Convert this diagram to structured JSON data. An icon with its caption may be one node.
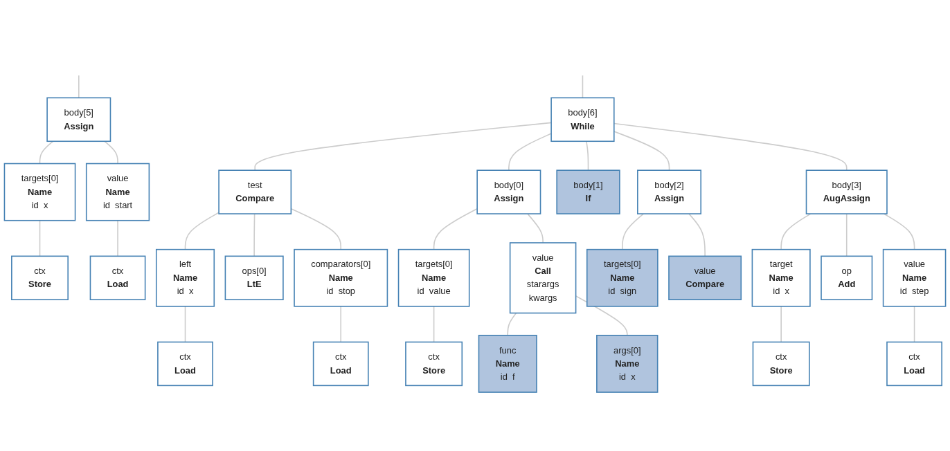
{
  "diagram": {
    "nodes": [
      {
        "text": [
          "body[5]",
          "Assign"
        ]
      },
      {
        "text": [
          "targets[0]",
          "Name",
          "id",
          "x"
        ]
      },
      {
        "text": [
          "value",
          "Name",
          "id",
          "start"
        ]
      },
      {
        "text": [
          "ctx",
          "Store"
        ]
      },
      {
        "text": [
          "ctx",
          "Load"
        ]
      },
      {
        "text": [
          "body[6]",
          "While"
        ]
      },
      {
        "text": [
          "test",
          "Compare"
        ]
      },
      {
        "text": [
          "left",
          "Name",
          "id",
          "x"
        ]
      },
      {
        "text": [
          "ops[0]",
          "LtE"
        ]
      },
      {
        "text": [
          "comparators[0]",
          "Name",
          "id",
          "stop"
        ]
      },
      {
        "text": [
          "ctx",
          "Load"
        ]
      },
      {
        "text": [
          "ctx",
          "Load"
        ]
      },
      {
        "text": [
          "body[0]",
          "Assign"
        ]
      },
      {
        "text": [
          "targets[0]",
          "Name",
          "id",
          "value"
        ]
      },
      {
        "text": [
          "value",
          "Call",
          "starargs",
          "kwargs"
        ]
      },
      {
        "text": [
          "ctx",
          "Store"
        ]
      },
      {
        "text": [
          "func",
          "Name",
          "id",
          "f"
        ]
      },
      {
        "text": [
          "args[0]",
          "Name",
          "id",
          "x"
        ]
      },
      {
        "text": [
          "body[1]",
          "If"
        ]
      },
      {
        "text": [
          "body[2]",
          "Assign"
        ]
      },
      {
        "text": [
          "targets[0]",
          "Name",
          "id",
          "sign"
        ]
      },
      {
        "text": [
          "value",
          "Compare"
        ]
      },
      {
        "text": [
          "body[3]",
          "AugAssign"
        ]
      },
      {
        "text": [
          "target",
          "Name",
          "id",
          "x"
        ]
      },
      {
        "text": [
          "op",
          "Add"
        ]
      },
      {
        "text": [
          "value",
          "Name",
          "id",
          "step"
        ]
      },
      {
        "text": [
          "ctx",
          "Store"
        ]
      },
      {
        "text": [
          "ctx",
          "Load"
        ]
      }
    ],
    "edges": [
      {
        "from": null,
        "to": 0,
        "arrow": "none"
      },
      {
        "from": null,
        "to": 5,
        "arrow": "none"
      },
      {
        "from": 0,
        "to": 1,
        "arrow": "none"
      },
      {
        "from": 0,
        "to": 2,
        "arrow": "none"
      },
      {
        "from": 1,
        "to": 3,
        "arrow": "none"
      },
      {
        "from": 2,
        "to": 4,
        "arrow": "none"
      },
      {
        "from": 5,
        "to": 6,
        "arrow": "none"
      },
      {
        "from": 5,
        "to": 12,
        "arrow": "none"
      },
      {
        "from": 5,
        "to": 18,
        "arrow": "none"
      },
      {
        "from": 5,
        "to": 19,
        "arrow": "none"
      },
      {
        "from": 5,
        "to": 22,
        "arrow": "none"
      },
      {
        "from": 6,
        "to": 7,
        "arrow": "none"
      },
      {
        "from": 6,
        "to": 8,
        "arrow": "none"
      },
      {
        "from": 6,
        "to": 9,
        "arrow": "none"
      },
      {
        "from": 7,
        "to": 10,
        "arrow": "none"
      },
      {
        "from": 9,
        "to": 11,
        "arrow": "none"
      },
      {
        "from": 12,
        "to": 13,
        "arrow": "none"
      },
      {
        "from": 12,
        "to": 14,
        "arrow": "none"
      },
      {
        "from": 13,
        "to": 15,
        "arrow": "none"
      },
      {
        "from": 14,
        "to": 16,
        "arrow": "none"
      },
      {
        "from": 14,
        "to": 17,
        "arrow": "none"
      },
      {
        "from": 19,
        "to": 20,
        "arrow": "none"
      },
      {
        "from": 19,
        "to": 21,
        "arrow": "none"
      },
      {
        "from": 22,
        "to": 23,
        "arrow": "none"
      },
      {
        "from": 22,
        "to": 24,
        "arrow": "none"
      },
      {
        "from": 22,
        "to": 25,
        "arrow": "none"
      },
      {
        "from": 23,
        "to": 26,
        "arrow": "none"
      },
      {
        "from": 25,
        "to": 27,
        "arrow": "none"
      }
    ]
  }
}
